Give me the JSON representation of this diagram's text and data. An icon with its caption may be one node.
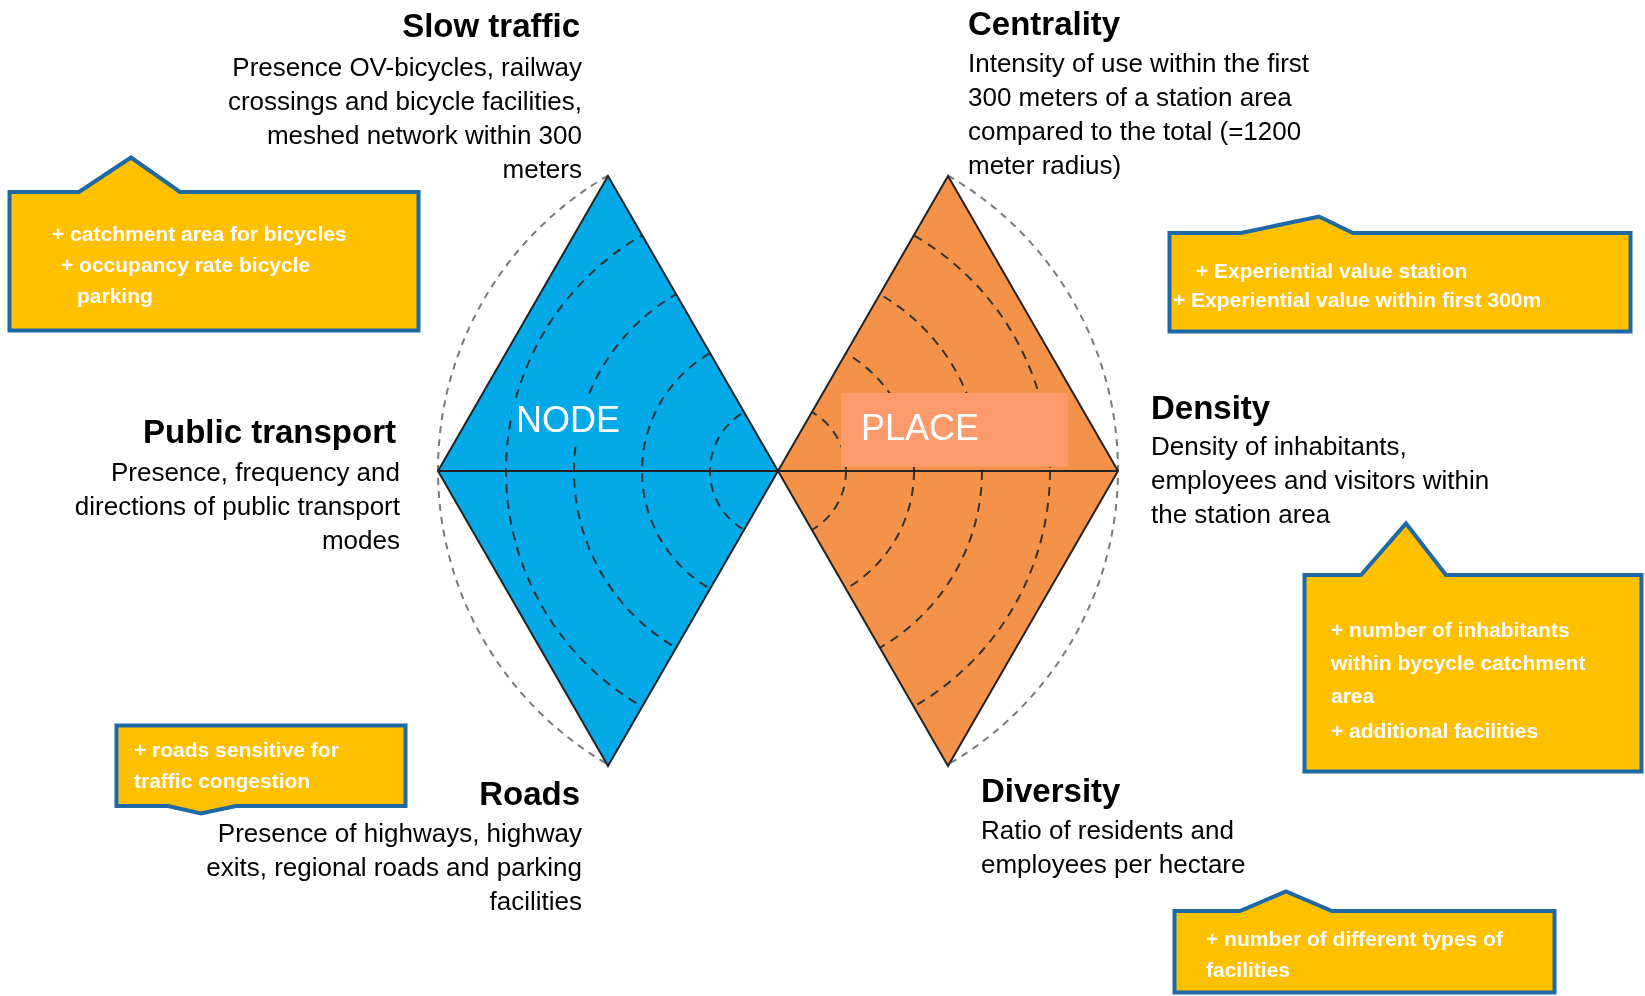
{
  "diagram": {
    "nodes": [
      {
        "text": [
          "NODE"
        ]
      },
      {
        "text": [],
        "shape": "diamond"
      },
      {
        "text": [
          "PLACE"
        ],
        "in": 1
      },
      {
        "text": [
          "+ catchment area for bicycles",
          "+ occupancy rate bicycle parking"
        ]
      },
      {
        "text": [
          "+ Experiential value station",
          "+ Experiential value within first 300m"
        ]
      },
      {
        "text": [
          "+ number of inhabitants within bycycle catchment area",
          "+ additional facilities"
        ]
      },
      {
        "text": [
          "+ roads sensitive for traffic congestion"
        ]
      },
      {
        "text": [
          "+ number of different types of facilities"
        ]
      }
    ],
    "labels": [
      "Slow traffic",
      "Presence OV-bicycles, railway crossings and bicycle facilities, meshed network within 300 meters",
      "Centrality",
      "Intensity of use within the first 300 meters of a station area compared to the total (=1200 meter radius)",
      "Public transport",
      "Presence, frequency and directions of public transport modes",
      "Density",
      "Density of inhabitants, employees and visitors within the station area",
      "Roads",
      "Presence of highways, highway exits, regional roads and parking facilities",
      "Diversity",
      "Ratio of residents and employees per hectare"
    ]
  }
}
